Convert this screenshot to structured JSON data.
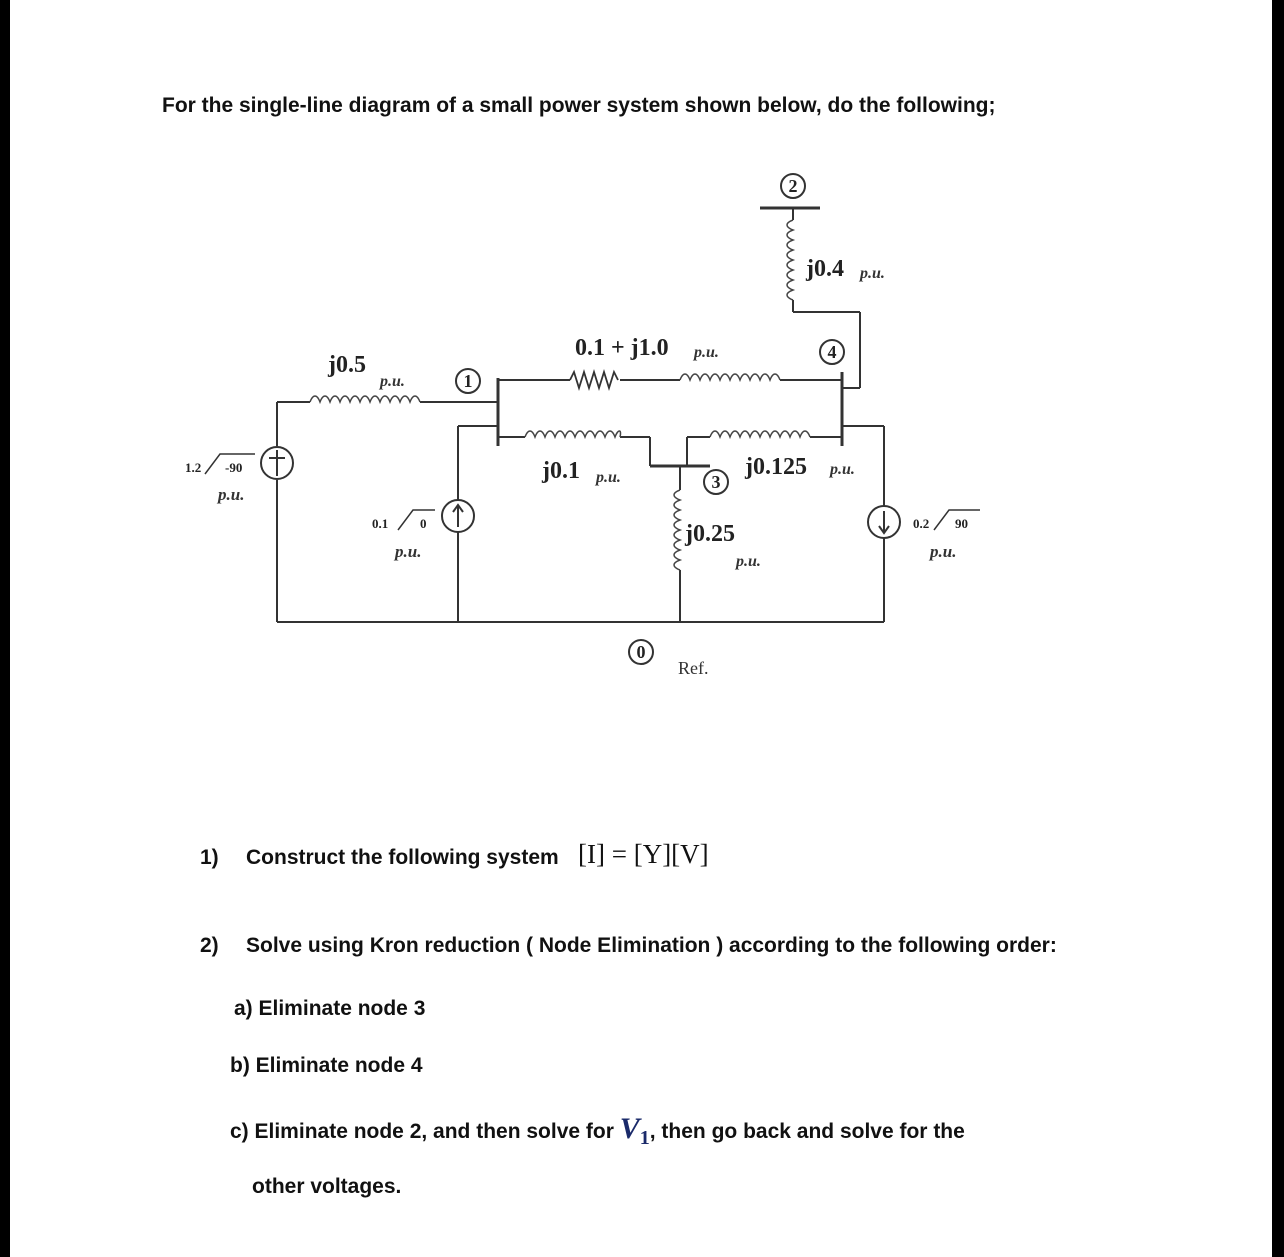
{
  "intro": "For the single-line diagram of a small power system shown below, do the following;",
  "diagram": {
    "nodes": [
      "0",
      "1",
      "2",
      "3",
      "4"
    ],
    "ref_label": "Ref.",
    "pu": "p.u.",
    "z_10": "j0.5",
    "z_12_series": "0.1 + j1.0",
    "z_13": "j0.1",
    "z_34": "j0.125",
    "z_30": "j0.25",
    "z_24": "j0.4",
    "src_left_mag": "1.2",
    "src_left_ang": "-90",
    "src_mid_mag": "0.1",
    "src_mid_ang": "0",
    "src_right_mag": "0.2",
    "src_right_ang": "90"
  },
  "tasks": {
    "t1_num": "1)",
    "t1_text": "Construct the following system",
    "t1_eq": "[I] = [Y][V]",
    "t2_num": "2)",
    "t2_text": "Solve using Kron reduction ( Node Elimination ) according to the following order:",
    "a": "a) Eliminate node 3",
    "b": "b) Eliminate node 4",
    "c_pre": "c) Eliminate node 2, and then solve for",
    "c_var": "V",
    "c_sub": "1",
    "c_post": ", then go back and solve for the",
    "c_line2": "other voltages."
  }
}
